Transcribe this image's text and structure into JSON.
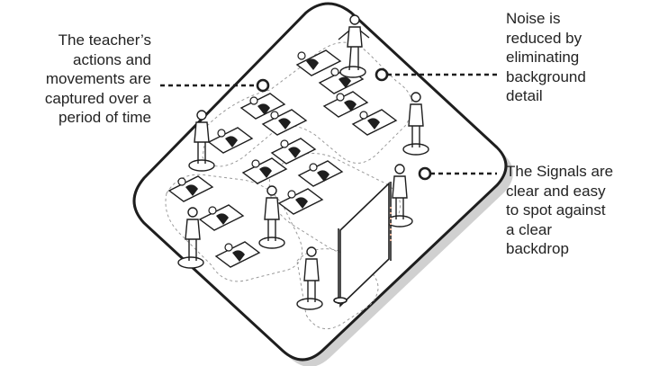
{
  "callouts": {
    "teacher": {
      "lines": [
        "The teacher’s",
        "actions and",
        "movements  are",
        "captured over a",
        "period of time"
      ]
    },
    "noise": {
      "lines": [
        "Noise is",
        "reduced by",
        "eliminating",
        "background",
        "detail"
      ]
    },
    "signals": {
      "lines": [
        "The Signals are",
        "clear and easy",
        "to spot against",
        "a clear",
        "backdrop"
      ]
    }
  },
  "colors": {
    "ink": "#1e1e1e",
    "board_fill": "#ffffff",
    "board_shadow": "#d0d0d0",
    "path": "#9a9a9a",
    "accent": "#e8b49a"
  }
}
